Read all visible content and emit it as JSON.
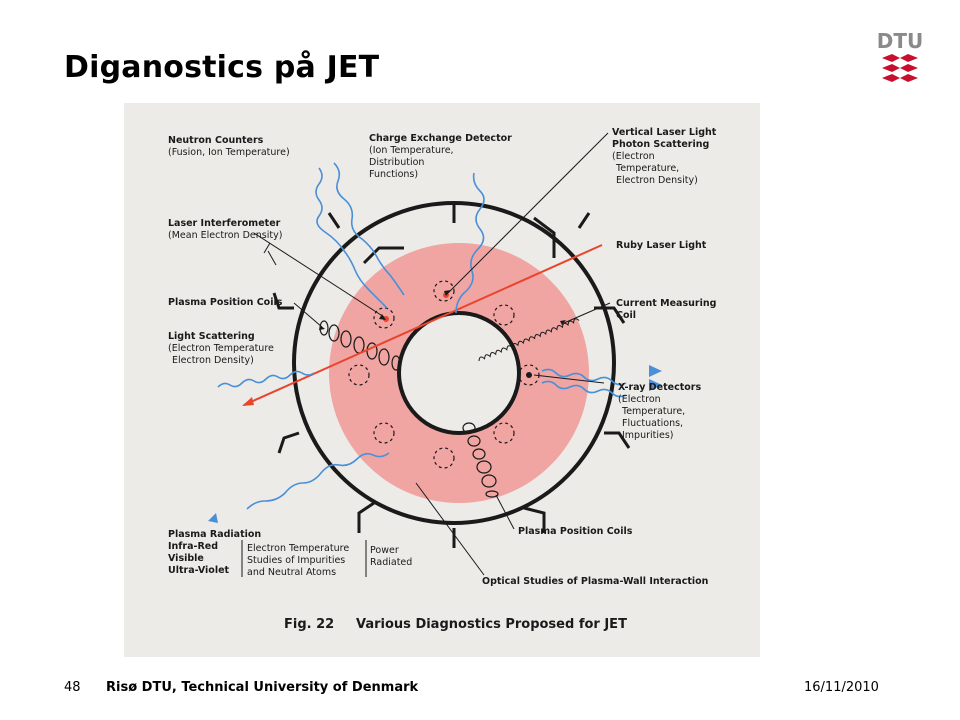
{
  "slide": {
    "title": "Diganostics på JET",
    "page_number": "48",
    "organization": "Risø DTU, Technical University of Denmark",
    "date": "16/11/2010"
  },
  "logo": {
    "text": "DTU",
    "icon": "dtu-logo-icon",
    "color": "#c8102e"
  },
  "figure": {
    "caption_number": "Fig. 22",
    "caption_text": "Various Diagnostics Proposed for JET",
    "labels": {
      "neutron_counters": "Neutron Counters",
      "neutron_counters_sub": "(Fusion, Ion Temperature)",
      "charge_exchange": "Charge Exchange Detector",
      "charge_exchange_sub1": "(Ion Temperature,",
      "charge_exchange_sub2": "Distribution",
      "charge_exchange_sub3": "Functions)",
      "vertical_laser1": "Vertical Laser Light",
      "vertical_laser2": "Photon Scattering",
      "vertical_laser_sub1": "(Electron",
      "vertical_laser_sub2": "Temperature,",
      "vertical_laser_sub3": "Electron Density)",
      "laser_interferometer": "Laser Interferometer",
      "laser_interferometer_sub": "(Mean Electron Density)",
      "ruby_laser": "Ruby Laser Light",
      "plasma_position_coils_left": "Plasma Position Coils",
      "current_measuring1": "Current Measuring",
      "current_measuring2": "Coil",
      "light_scattering": "Light Scattering",
      "light_scattering_sub1": "(Electron Temperature",
      "light_scattering_sub2": "Electron Density)",
      "xray_detectors": "X-ray Detectors",
      "xray_sub1": "(Electron",
      "xray_sub2": "Temperature,",
      "xray_sub3": "Fluctuations,",
      "xray_sub4": "Impurities)",
      "plasma_position_coils_bottom": "Plasma Position Coils",
      "plasma_radiation": "Plasma Radiation",
      "infra_red": "Infra-Red",
      "visible": "Visible",
      "ultra_violet": "Ultra-Violet",
      "rad_mid1": "Electron Temperature",
      "rad_mid2": "Studies of Impurities",
      "rad_mid3": "and Neutral Atoms",
      "power1": "Power",
      "power2": "Radiated",
      "optical_studies": "Optical Studies of Plasma-Wall Interaction"
    },
    "colors": {
      "paper": "#ecebe7",
      "plasma": "#f0a5a2",
      "laser": "#e8452c",
      "wave": "#4a90d9",
      "ink": "#1a1a1a"
    }
  }
}
